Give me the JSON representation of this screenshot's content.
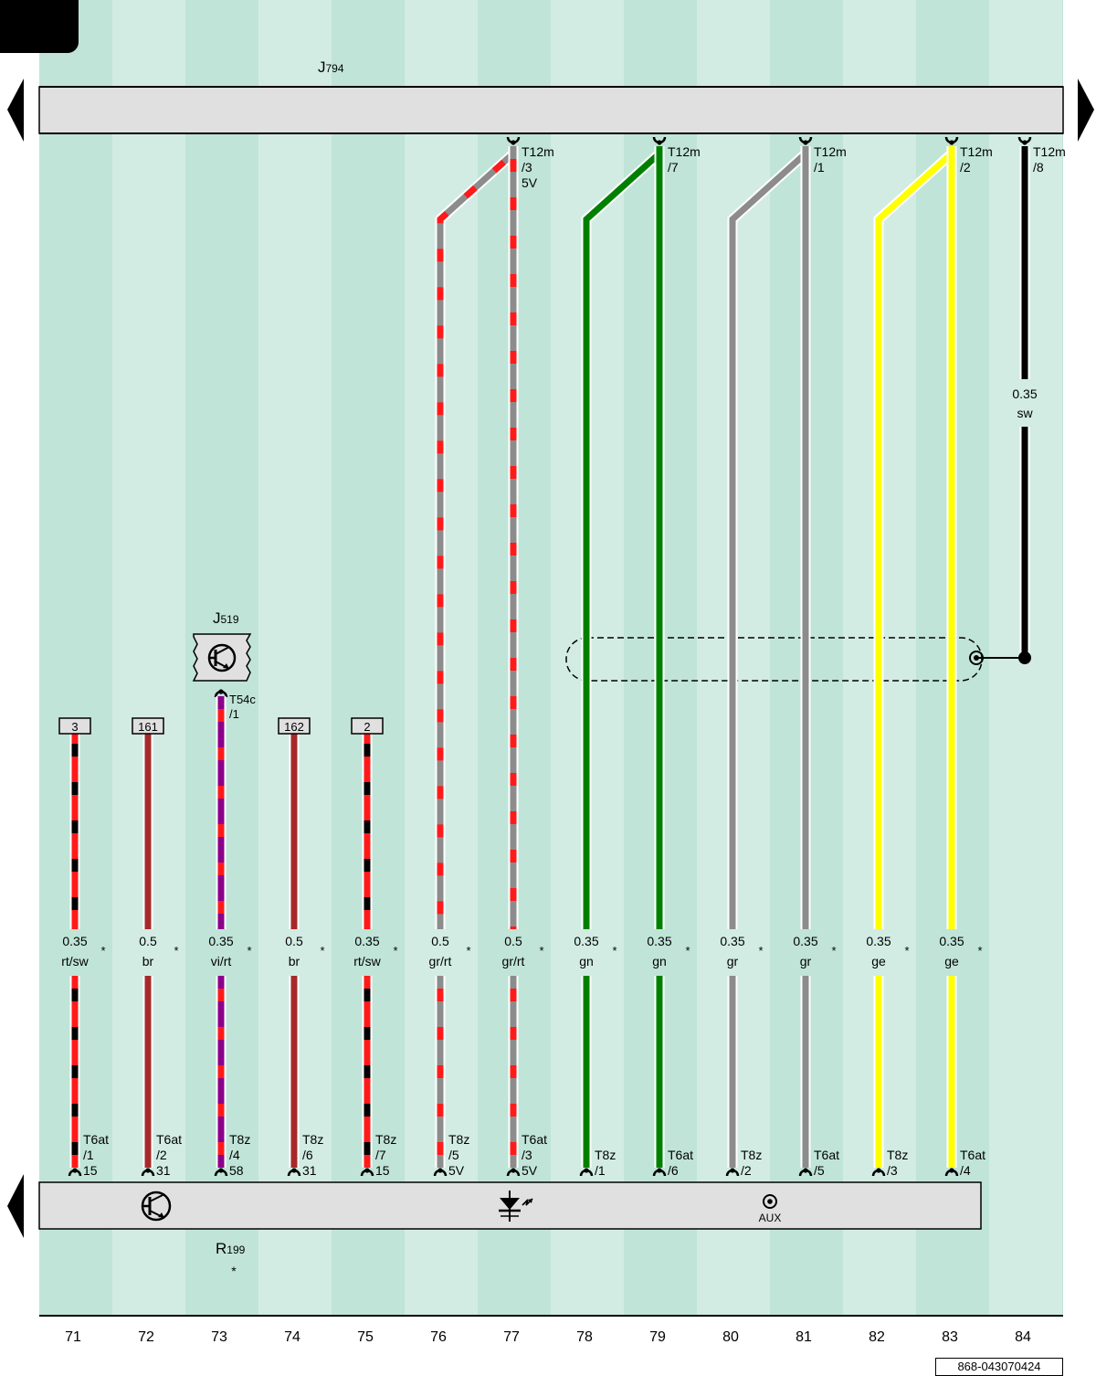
{
  "components": {
    "top": {
      "name": "J794"
    },
    "j519": {
      "name": "J519"
    },
    "bottom": {
      "name": "R199",
      "star": "*",
      "aux_label": "AUX"
    }
  },
  "connectors": {
    "T54c": {
      "label": "T54c",
      "pin": "/1"
    }
  },
  "wires": [
    {
      "col": "71",
      "size": "0.35",
      "color_code": "rt/sw",
      "colors": [
        "#ff1a1a",
        "#000000"
      ],
      "route": "short",
      "ref": "3",
      "bottom": {
        "connector": "T6at",
        "pin": "/1",
        "extra": "15"
      }
    },
    {
      "col": "72",
      "size": "0.5",
      "color_code": "br",
      "colors": [
        "#a52a2a"
      ],
      "route": "short",
      "ref": "161",
      "bottom": {
        "connector": "T6at",
        "pin": "/2",
        "extra": "31"
      }
    },
    {
      "col": "73",
      "size": "0.35",
      "color_code": "vi/rt",
      "colors": [
        "#8b008b",
        "#ff1a1a"
      ],
      "route": "j519",
      "bottom": {
        "connector": "T8z",
        "pin": "/4",
        "extra": "58"
      }
    },
    {
      "col": "74",
      "size": "0.5",
      "color_code": "br",
      "colors": [
        "#a52a2a"
      ],
      "route": "short",
      "ref": "162",
      "bottom": {
        "connector": "T8z",
        "pin": "/6",
        "extra": "31"
      }
    },
    {
      "col": "75",
      "size": "0.35",
      "color_code": "rt/sw",
      "colors": [
        "#ff1a1a",
        "#000000"
      ],
      "route": "short",
      "ref": "2",
      "bottom": {
        "connector": "T8z",
        "pin": "/7",
        "extra": "15"
      }
    },
    {
      "col": "76",
      "size": "0.5",
      "color_code": "gr/rt",
      "colors": [
        "#8c8c8c",
        "#ff1a1a"
      ],
      "route": "diag",
      "joins": "77",
      "bottom": {
        "connector": "T8z",
        "pin": "/5",
        "extra": "5V"
      }
    },
    {
      "col": "77",
      "size": "0.5",
      "color_code": "gr/rt",
      "colors": [
        "#8c8c8c",
        "#ff1a1a"
      ],
      "route": "straight",
      "top": {
        "connector": "T12m",
        "pin": "/3",
        "extra": "5V"
      },
      "bottom": {
        "connector": "T6at",
        "pin": "/3",
        "extra": "5V"
      }
    },
    {
      "col": "78",
      "size": "0.35",
      "color_code": "gn",
      "colors": [
        "#008000"
      ],
      "route": "diag",
      "joins": "79",
      "bottom": {
        "connector": "T8z",
        "pin": "/1",
        "extra": ""
      }
    },
    {
      "col": "79",
      "size": "0.35",
      "color_code": "gn",
      "colors": [
        "#008000"
      ],
      "route": "straight",
      "top": {
        "connector": "T12m",
        "pin": "/7",
        "extra": ""
      },
      "bottom": {
        "connector": "T6at",
        "pin": "/6",
        "extra": ""
      }
    },
    {
      "col": "80",
      "size": "0.35",
      "color_code": "gr",
      "colors": [
        "#8c8c8c"
      ],
      "route": "diag",
      "joins": "81",
      "bottom": {
        "connector": "T8z",
        "pin": "/2",
        "extra": ""
      }
    },
    {
      "col": "81",
      "size": "0.35",
      "color_code": "gr",
      "colors": [
        "#8c8c8c"
      ],
      "route": "straight",
      "top": {
        "connector": "T12m",
        "pin": "/1",
        "extra": ""
      },
      "bottom": {
        "connector": "T6at",
        "pin": "/5",
        "extra": ""
      }
    },
    {
      "col": "82",
      "size": "0.35",
      "color_code": "ge",
      "colors": [
        "#ffff00"
      ],
      "route": "diag",
      "joins": "83",
      "bottom": {
        "connector": "T8z",
        "pin": "/3",
        "extra": ""
      }
    },
    {
      "col": "83",
      "size": "0.35",
      "color_code": "ge",
      "colors": [
        "#ffff00"
      ],
      "route": "straight",
      "top": {
        "connector": "T12m",
        "pin": "/2",
        "extra": ""
      },
      "bottom": {
        "connector": "T6at",
        "pin": "/4",
        "extra": ""
      }
    }
  ],
  "shield_wire": {
    "col": "84",
    "size": "0.35",
    "color_code": "sw",
    "colors": [
      "#000000"
    ],
    "top": {
      "connector": "T12m",
      "pin": "/8"
    }
  },
  "optional_mark": "*",
  "columns": [
    "71",
    "72",
    "73",
    "74",
    "75",
    "76",
    "77",
    "78",
    "79",
    "80",
    "81",
    "82",
    "83",
    "84"
  ],
  "doc_code": "868-043070424",
  "colors": {
    "background": "#c0e4d8",
    "box": "#e0e0e0",
    "stripe": "#d2ece3"
  }
}
